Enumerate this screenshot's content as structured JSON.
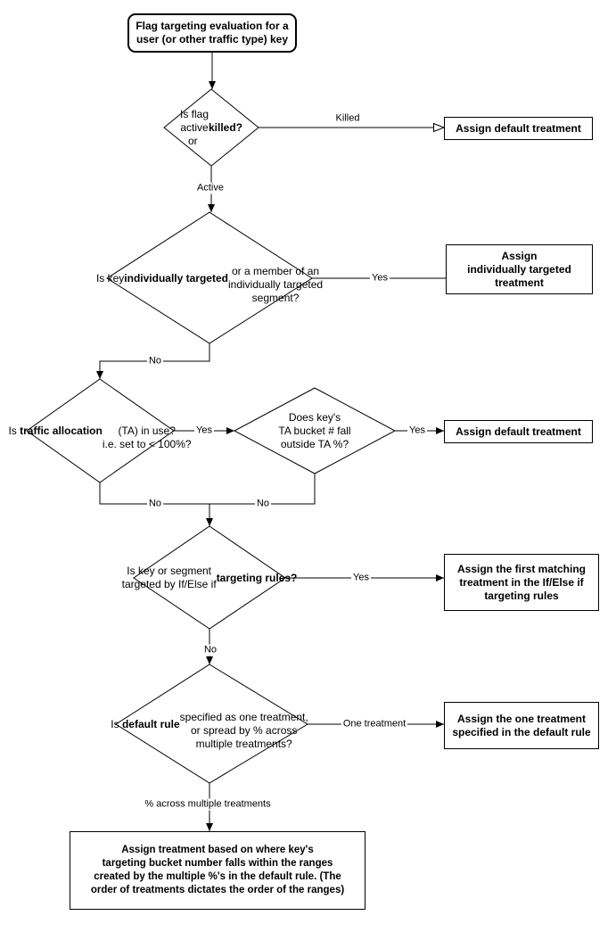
{
  "colors": {
    "background": "#ffffff",
    "line": "#000000",
    "text": "#000000"
  },
  "nodes": {
    "start": {
      "text": "Flag targeting evaluation for a\nuser (or other traffic type) key"
    },
    "decision_flag": {
      "text": "Is flag\nactive\nor **killed?**"
    },
    "assign_default_1": {
      "text": "Assign default treatment"
    },
    "decision_individual": {
      "text": "Is key\n**individually targeted**\nor a member of an\nindividually targeted\nsegment?"
    },
    "assign_individual": {
      "text": "Assign\nindividually targeted\ntreatment"
    },
    "decision_ta": {
      "text": "Is **traffic allocation**\n(TA) in use?\ni.e. set to < 100%?"
    },
    "decision_bucket": {
      "text": "Does key's\nTA bucket # fall\noutside TA %?"
    },
    "assign_default_2": {
      "text": "Assign default treatment"
    },
    "decision_rules": {
      "text": "Is key or segment\ntargeted by If/Else if\n**targeting rules?**"
    },
    "assign_first_matching": {
      "text": "Assign the first matching\ntreatment in the If/Else if\ntargeting rules"
    },
    "decision_default_rule": {
      "text": "Is **default rule**\nspecified as one treatment,\nor spread by % across\nmultiple treatments?"
    },
    "assign_one_treatment": {
      "text": "Assign the one treatment\nspecified in the default rule"
    },
    "assign_ranges": {
      "text": "Assign treatment based on where key's\ntargeting bucket number falls within the ranges\ncreated by the multiple %'s in the default rule. (The\norder of treatments dictates the order of the ranges)"
    }
  },
  "edge_labels": {
    "killed": "Killed",
    "active": "Active",
    "yes_individual": "Yes",
    "no_individual": "No",
    "yes_ta": "Yes",
    "yes_bucket": "Yes",
    "no_ta": "No",
    "no_bucket": "No",
    "yes_rules": "Yes",
    "no_rules": "No",
    "one_treatment": "One treatment",
    "pct_multiple": "% across multiple treatments"
  }
}
